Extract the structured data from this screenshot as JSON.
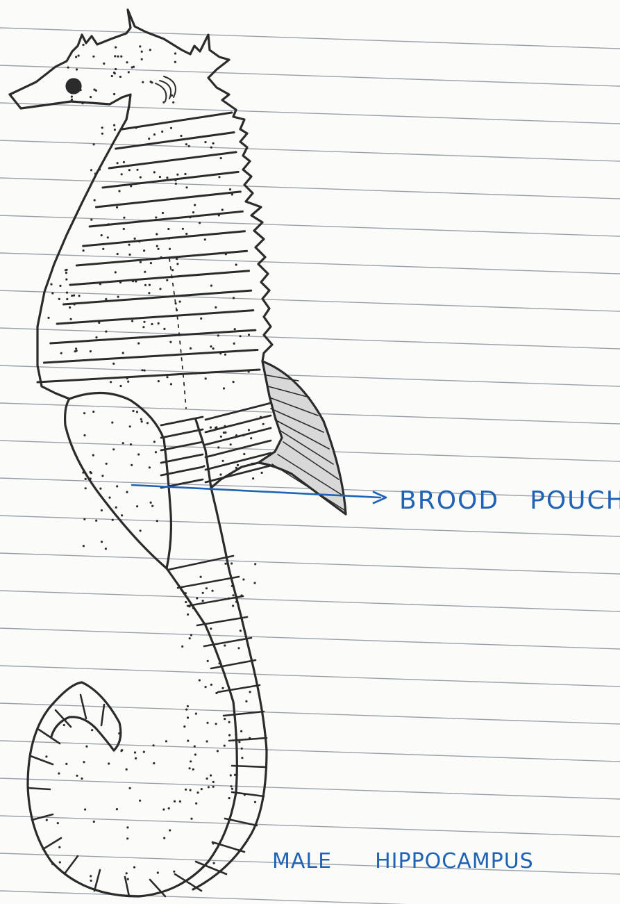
{
  "diagram": {
    "subject": "male seahorse",
    "labels": {
      "brood_pouch": [
        "BROOD",
        "POUCH"
      ],
      "caption": [
        "MALE",
        "HIPPOCAMPUS"
      ]
    },
    "colors": {
      "paper": "#fbfbf9",
      "ruled_line": "#9aa0a8",
      "ink": "#2b2b2b",
      "label_ink": "#1f63b6"
    }
  }
}
